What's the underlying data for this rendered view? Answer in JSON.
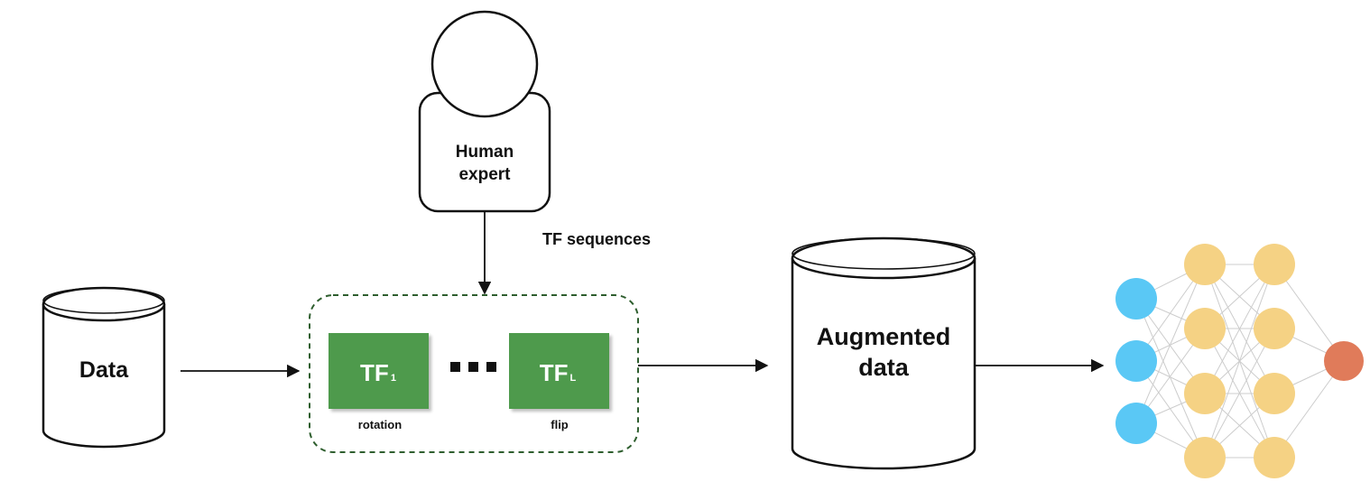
{
  "diagram": {
    "human": {
      "line1": "Human",
      "line2": "expert"
    },
    "arrow_label": "TF sequences",
    "data_label": "Data",
    "augmented": {
      "line1": "Augmented",
      "line2": "data"
    },
    "transforms": [
      {
        "main": "TF",
        "sub": "1",
        "caption": "rotation"
      },
      {
        "main": "TF",
        "sub": "L",
        "caption": "flip"
      }
    ],
    "colors": {
      "tf_box": "#4e9a4c",
      "dashed_border": "#2e5e2e",
      "input_node": "#5ac8f5",
      "hidden_node": "#f5d284",
      "output_node": "#e07b5a",
      "edge": "#cccccc"
    },
    "network": {
      "layers": [
        3,
        4,
        4,
        1
      ]
    }
  }
}
